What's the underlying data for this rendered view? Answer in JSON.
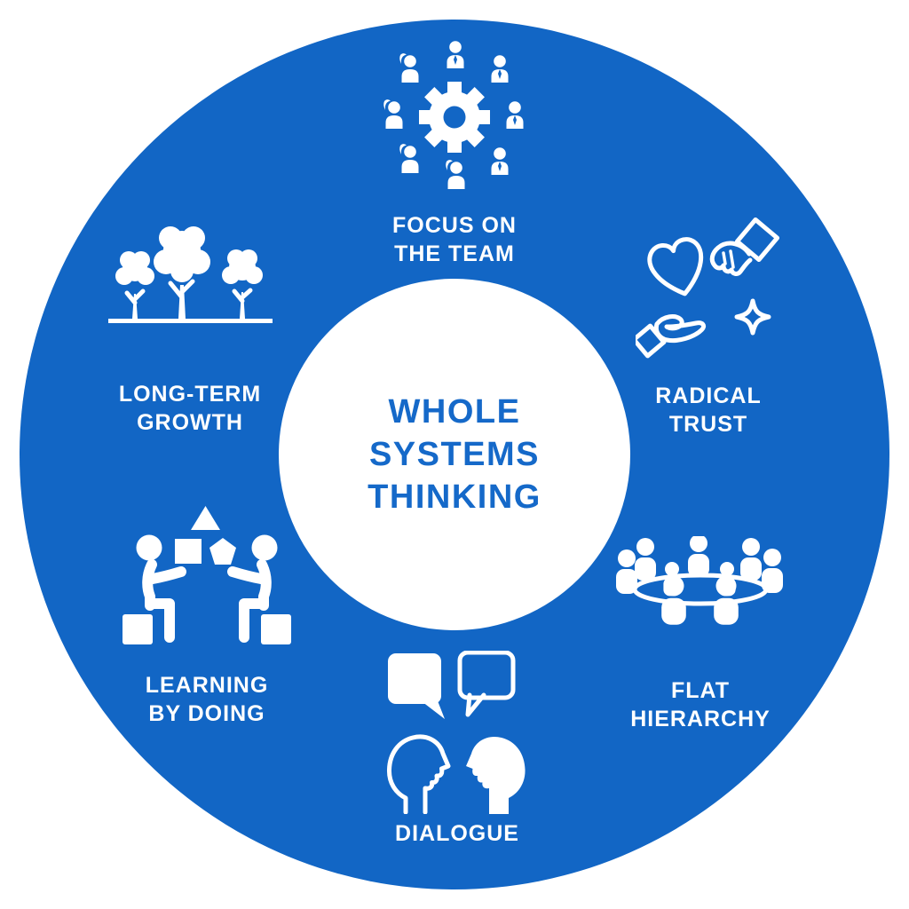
{
  "center": {
    "title": "WHOLE\nSYSTEMS\nTHINKING"
  },
  "items": [
    {
      "id": "focus-on-the-team",
      "label": "FOCUS ON\nTHE TEAM",
      "icon": "team-around-gear-icon"
    },
    {
      "id": "radical-trust",
      "label": "RADICAL\nTRUST",
      "icon": "hand-giving-heart-icon"
    },
    {
      "id": "flat-hierarchy",
      "label": "FLAT\nHIERARCHY",
      "icon": "people-round-table-icon"
    },
    {
      "id": "dialogue",
      "label": "DIALOGUE",
      "icon": "two-heads-speech-bubbles-icon"
    },
    {
      "id": "learning-by-doing",
      "label": "LEARNING\nBY DOING",
      "icon": "people-building-blocks-icon"
    },
    {
      "id": "long-term-growth",
      "label": "LONG-TERM\nGROWTH",
      "icon": "growing-trees-icon"
    }
  ],
  "colors": {
    "circle_blue": "#1266c5",
    "title_blue": "#1569c9",
    "icon_white": "#ffffff",
    "page_background": "#ffffff"
  }
}
